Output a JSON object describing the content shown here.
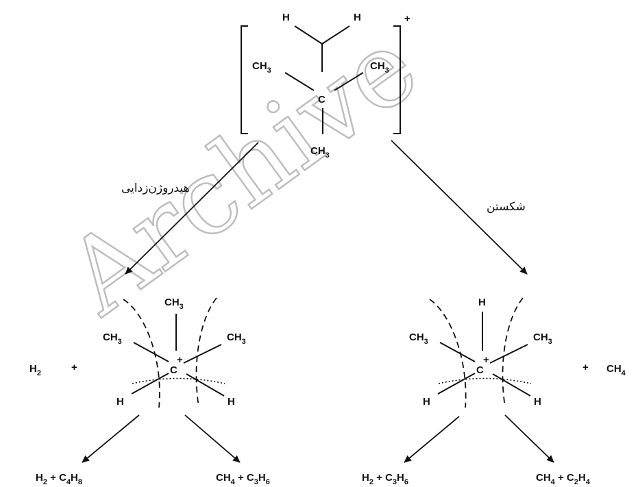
{
  "watermark": "Archive",
  "top": {
    "h_left": "H",
    "h_right": "H",
    "ch3_left": "CH",
    "ch3_right": "CH",
    "carbon": "C",
    "ch3_bottom": "CH",
    "sub3": "3",
    "charge": "+"
  },
  "arrows": {
    "left_label": "هیدروژن‌زدایی",
    "right_label": "شکستن"
  },
  "left": {
    "side_h2": "H",
    "side_h2_sub": "2",
    "plus": "+",
    "ch3_top": "CH",
    "ch3_left": "CH",
    "ch3_right": "CH",
    "carbon": "C",
    "charge": "+",
    "h_left": "H",
    "h_right": "H",
    "product_1": {
      "a": "H",
      "a_sub": "2",
      "mid": " + C",
      "b_sub": "4",
      "c": "H",
      "c_sub": "8"
    },
    "product_2": {
      "a": "CH",
      "a_sub": "4",
      "mid": " + C",
      "b_sub": "3",
      "c": "H",
      "c_sub": "6"
    }
  },
  "right": {
    "h_top": "H",
    "ch3_left": "CH",
    "ch3_right": "CH",
    "carbon": "C",
    "charge": "+",
    "h_left": "H",
    "h_right": "H",
    "plus": "+",
    "side_ch4": "CH",
    "side_ch4_sub": "4",
    "product_1": {
      "a": "H",
      "a_sub": "2",
      "mid": " + C",
      "b_sub": "3",
      "c": "H",
      "c_sub": "6"
    },
    "product_2": {
      "a": "CH",
      "a_sub": "4",
      "mid": " + C",
      "b_sub": "2",
      "c": "H",
      "c_sub": "4"
    }
  }
}
